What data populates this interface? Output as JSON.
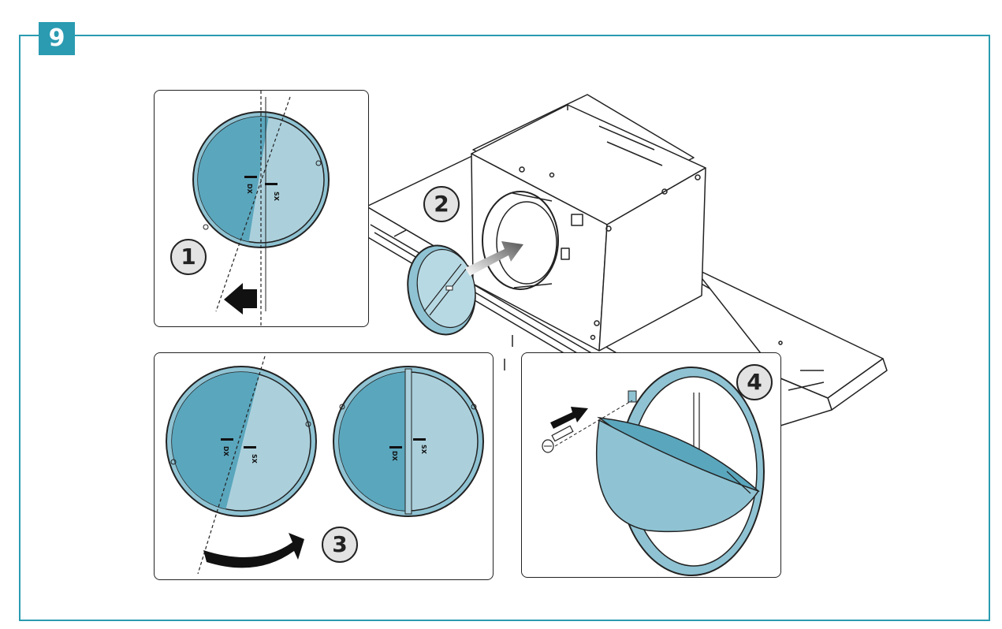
{
  "figure": {
    "number": "9"
  },
  "steps": [
    {
      "label": "1"
    },
    {
      "label": "2"
    },
    {
      "label": "3"
    },
    {
      "label": "4"
    }
  ],
  "damper_marks": {
    "left": "DX",
    "right": "SX"
  },
  "colors": {
    "frame": "#2a9bb1",
    "disc_dark": "#5aa6bd",
    "disc_light": "#abd0dc",
    "step_badge": "#e3e3e3"
  },
  "icons": [
    "arrow-left-icon",
    "arrow-curved-icon",
    "arrow-insert-icon",
    "screw-icon"
  ]
}
